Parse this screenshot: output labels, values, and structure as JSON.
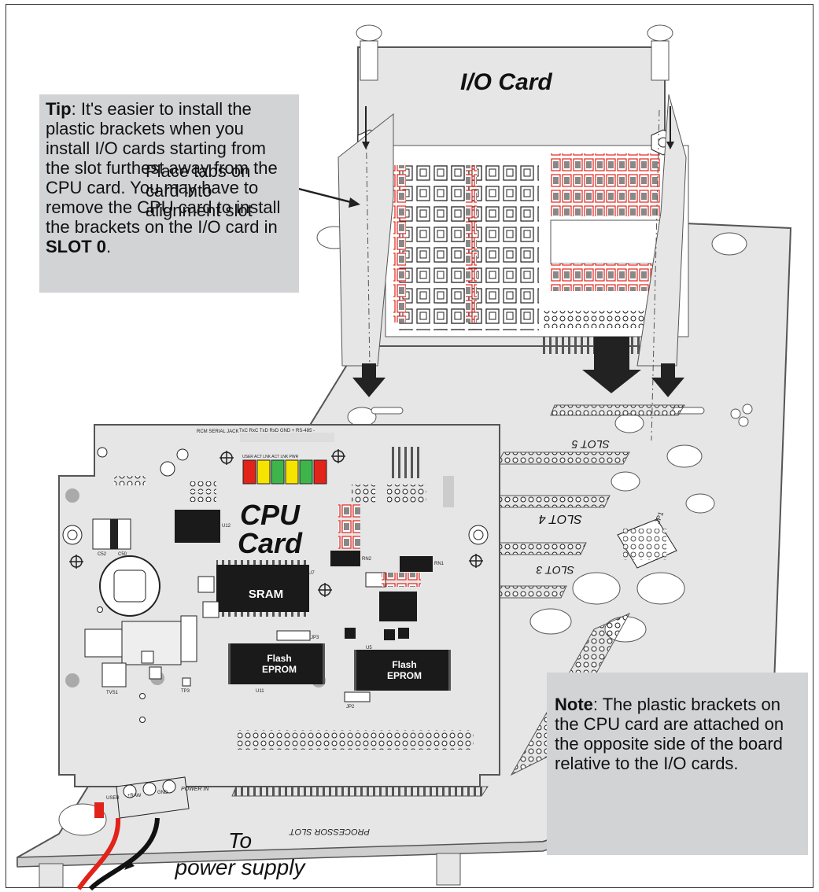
{
  "tip": {
    "lead": "Tip",
    "text": ":  It's easier to install the plastic brackets when you install I/O cards starting from the slot furthest away from the CPU card. You may have to remove the CPU card to install the brackets on the I/O card in ",
    "slot": "SLOT 0",
    "end": "."
  },
  "note": {
    "lead": "Note",
    "text": ":  The plastic brackets on the CPU card are attached on the opposite side of the board relative to the I/O cards."
  },
  "labels": {
    "place_tabs_1": "Place tabs on",
    "place_tabs_2": "card into",
    "place_tabs_3": "alignment slot",
    "to": "To",
    "power_supply": "power supply",
    "io_card": "I/O Card",
    "cpu_1": "CPU",
    "cpu_2": "Card",
    "sram": "SRAM",
    "flash": "Flash",
    "eprom": "EPROM",
    "processor_slot": "PROCESSOR SLOT",
    "slot4": "SLOT 4",
    "slot3": "SLOT 3",
    "slot5": "SLOT 5",
    "power_in": "POWER IN",
    "rcm_serial_jack": "RCM SERIAL JACK",
    "user": "USER",
    "raw": "+RAW",
    "gnd": "GND",
    "led_header": "TxC  RxC  TxD  RxD  GND  + RS-485 -",
    "led_sub": "USER  ACT  LNK  ACT  LNK  PWR",
    "u7": "U7",
    "u11": "U11",
    "u5": "U5",
    "u12": "U12",
    "rn1": "RN1",
    "rn2": "RN2",
    "c52": "C52",
    "c50": "C50",
    "tvs1": "TVS1",
    "tp3": "TP3",
    "jp3": "JP3",
    "jp2": "JP2",
    "jp1": "JP1"
  },
  "colors": {
    "board": "#e6e6e6",
    "board_edge": "#555555",
    "chip": "#1a1a1a",
    "callout": "#d2d3d5",
    "led_red": "#e2231a",
    "led_yellow": "#f5e400",
    "led_green": "#3db54a",
    "wire_red": "#e2231a",
    "wire_black": "#111111",
    "arrow": "#111111"
  }
}
